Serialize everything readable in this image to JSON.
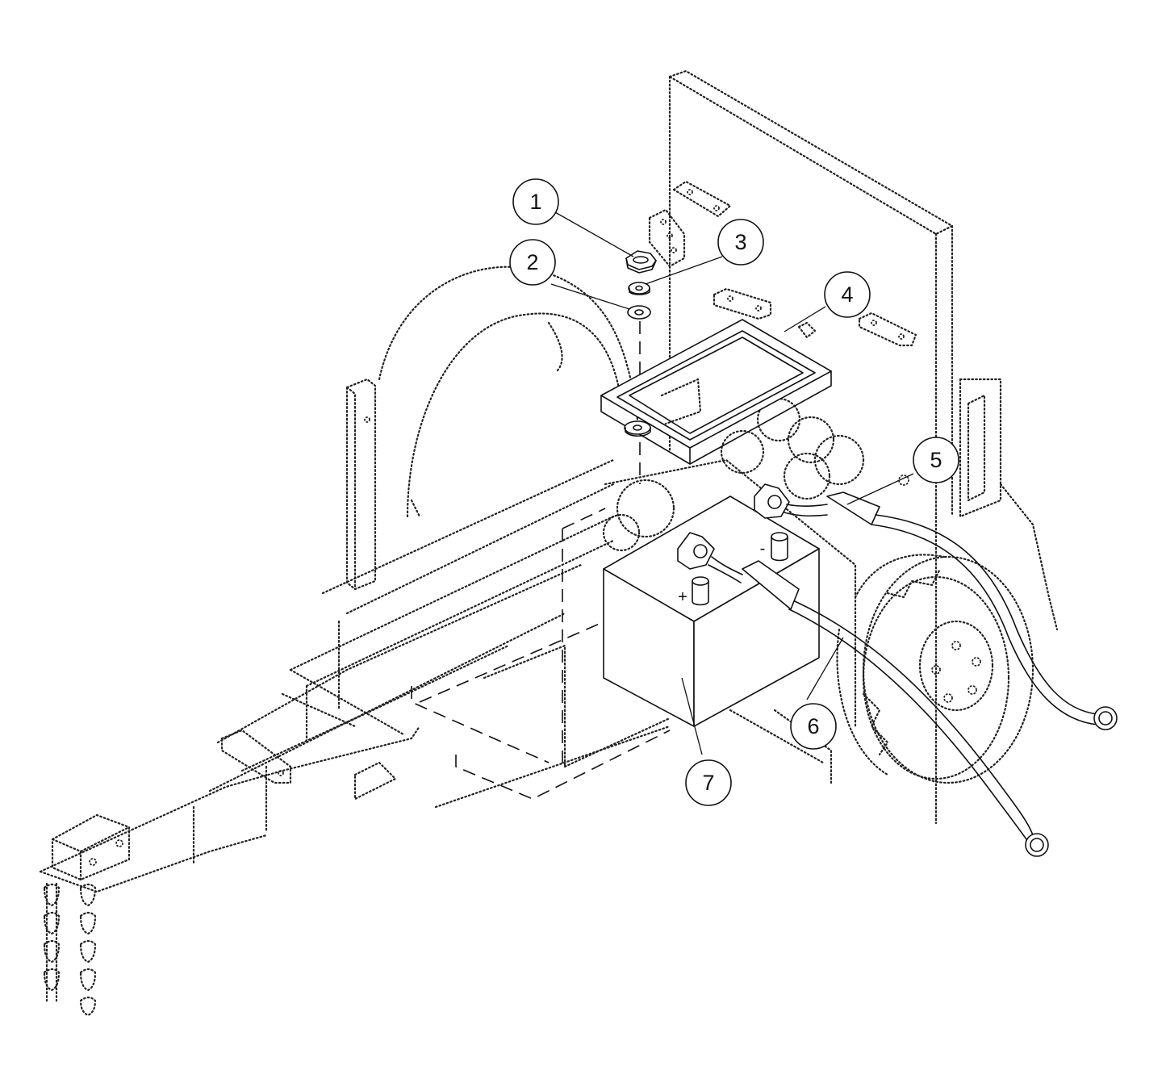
{
  "callouts": [
    {
      "id": "1",
      "label": "1"
    },
    {
      "id": "2",
      "label": "2"
    },
    {
      "id": "3",
      "label": "3"
    },
    {
      "id": "4",
      "label": "4"
    },
    {
      "id": "5",
      "label": "5"
    },
    {
      "id": "6",
      "label": "6"
    },
    {
      "id": "7",
      "label": "7"
    }
  ],
  "battery": {
    "positive_mark": "+",
    "negative_mark": "-"
  }
}
